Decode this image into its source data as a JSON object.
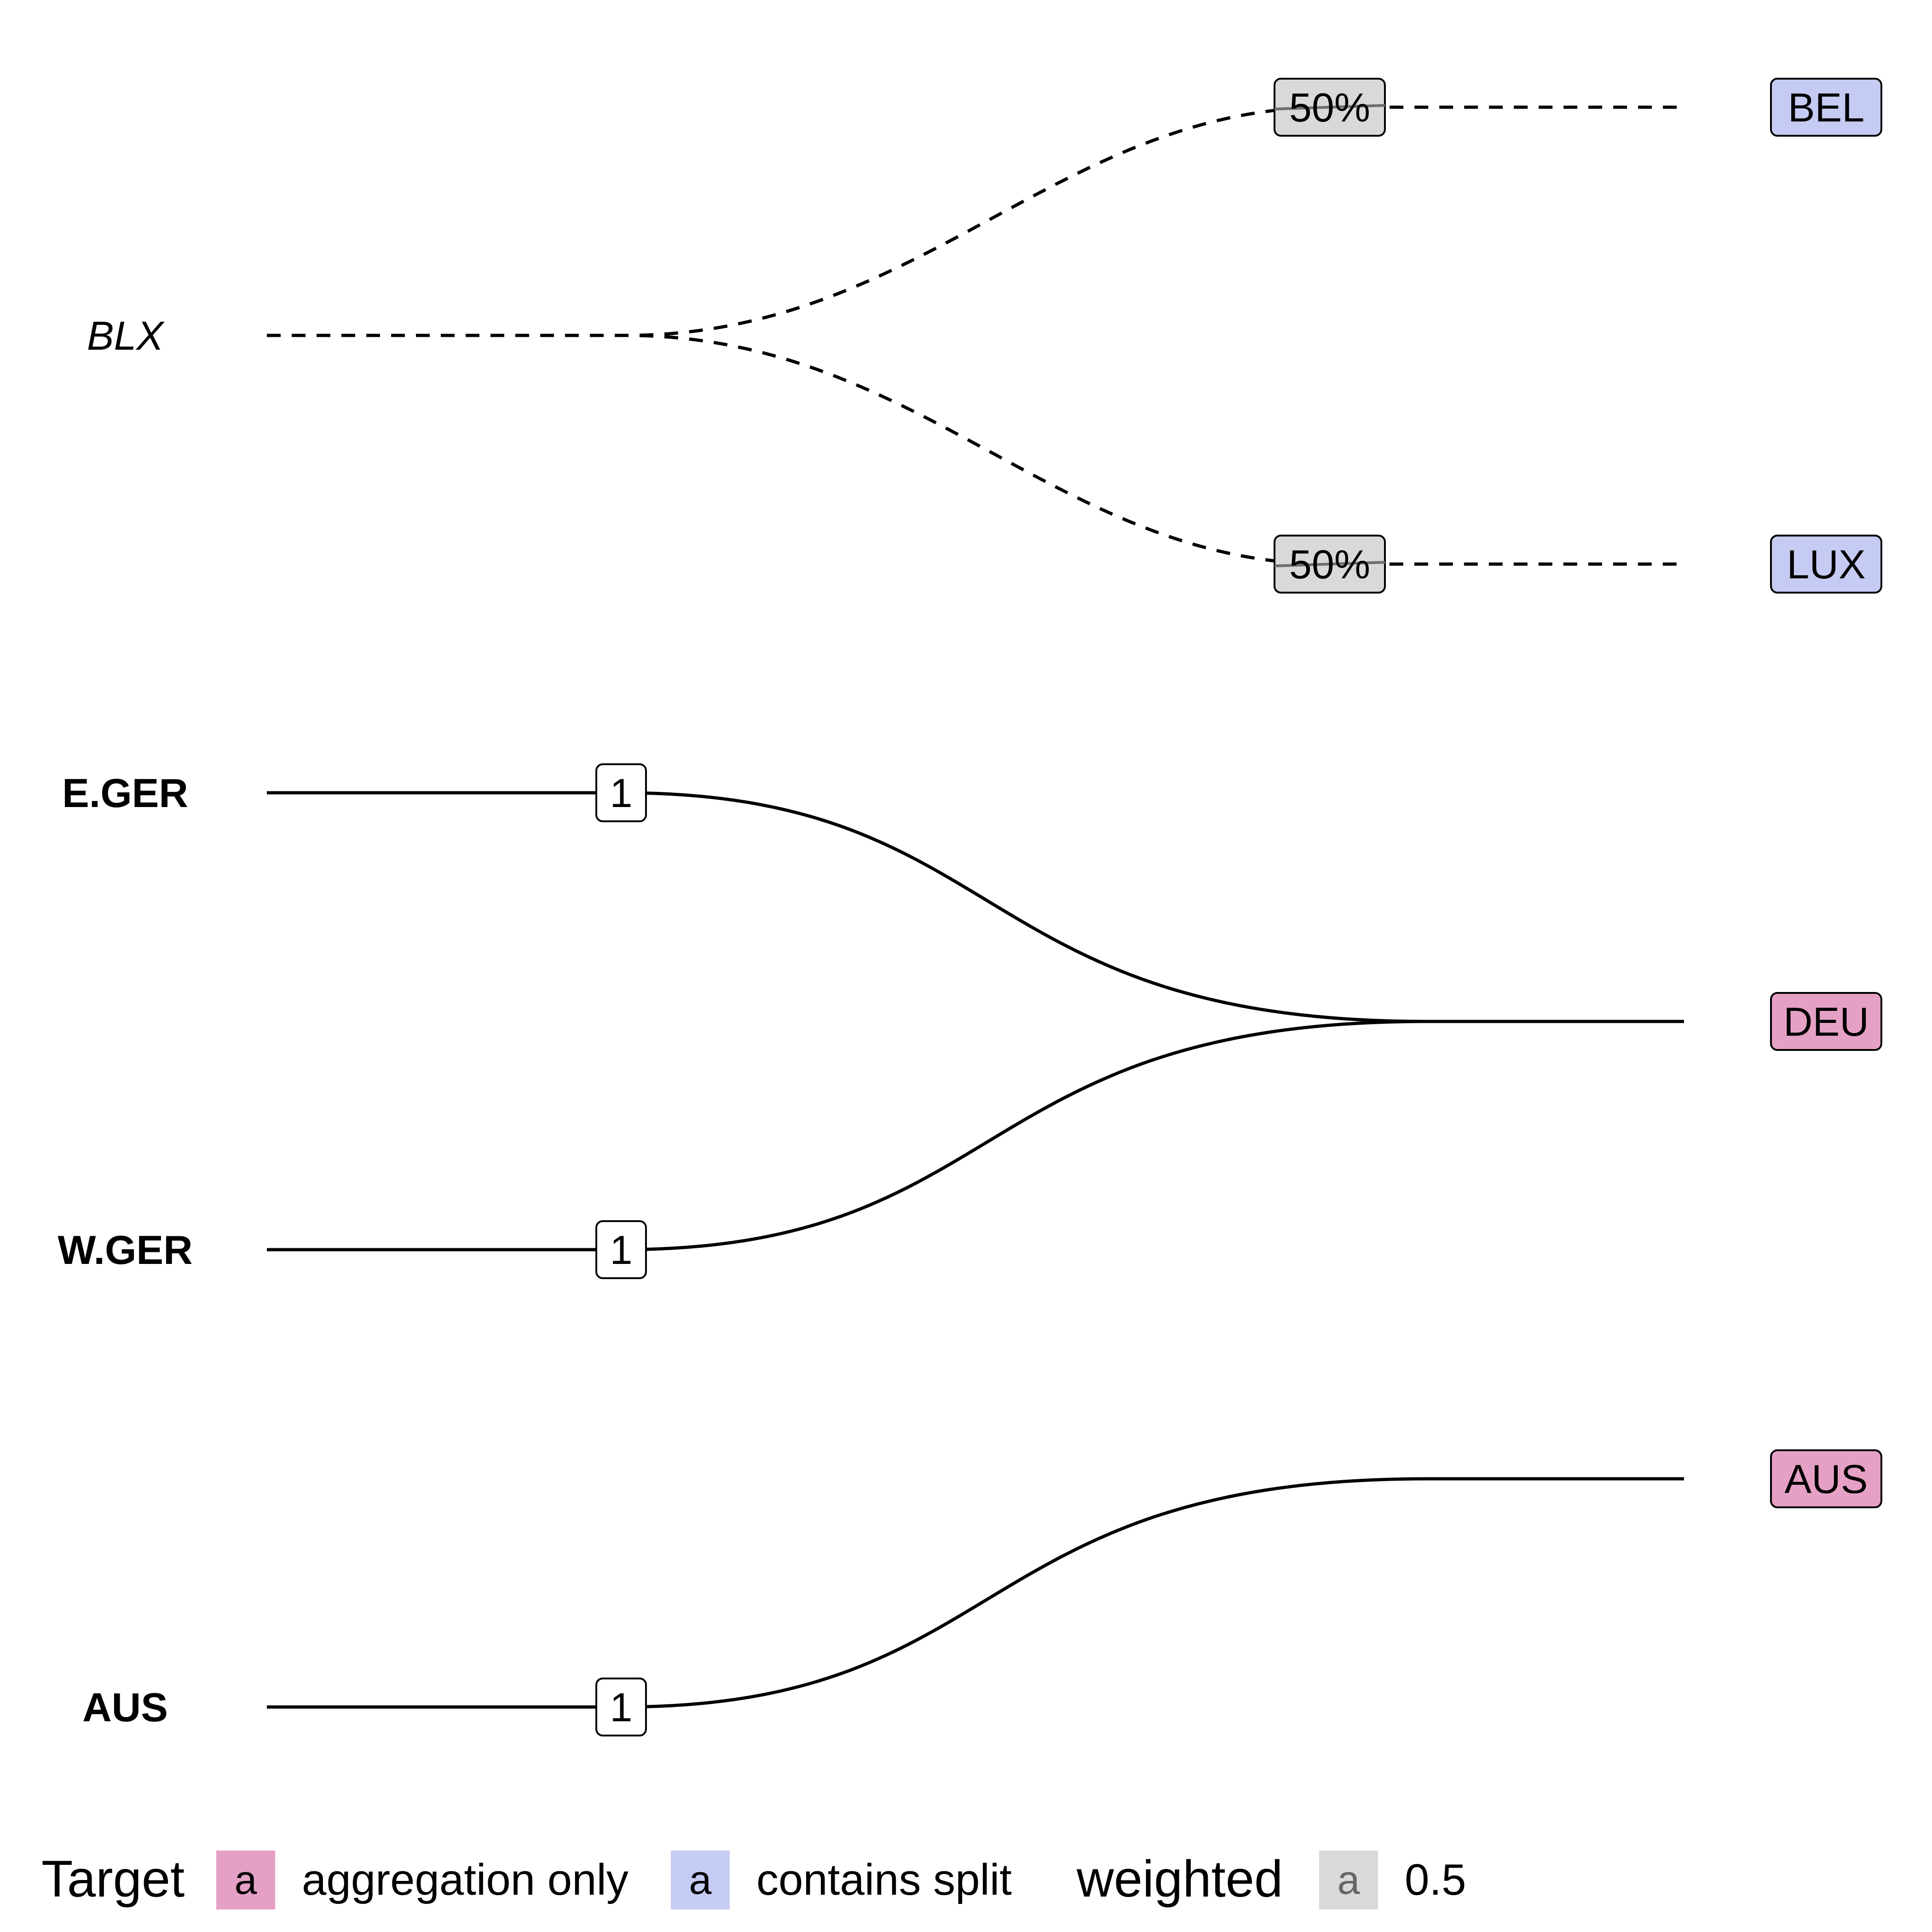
{
  "colors": {
    "aggregation_only": "#e5a1c5",
    "contains_split": "#c6cbf3",
    "weighted": "#d9d9d9",
    "unweighted": "#ffffff",
    "line": "#000000",
    "split_tick": "#6f6f6f"
  },
  "diagram": {
    "sources": [
      {
        "id": "BLX",
        "label": "BLX",
        "style": "italic"
      },
      {
        "id": "EGER",
        "label": "E.GER",
        "style": "bold"
      },
      {
        "id": "WGER",
        "label": "W.GER",
        "style": "bold"
      },
      {
        "id": "AUS_SRC",
        "label": "AUS",
        "style": "bold"
      }
    ],
    "targets": [
      {
        "id": "BEL",
        "label": "BEL",
        "type": "contains_split"
      },
      {
        "id": "LUX",
        "label": "LUX",
        "type": "contains_split"
      },
      {
        "id": "DEU",
        "label": "DEU",
        "type": "aggregation_only"
      },
      {
        "id": "AUS_TGT",
        "label": "AUS",
        "type": "aggregation_only"
      }
    ],
    "links": [
      {
        "from": "BLX",
        "to": "BEL",
        "weight_label": "50%",
        "weighted": true,
        "dashed": true
      },
      {
        "from": "BLX",
        "to": "LUX",
        "weight_label": "50%",
        "weighted": true,
        "dashed": true
      },
      {
        "from": "EGER",
        "to": "DEU",
        "weight_label": "1",
        "weighted": false,
        "dashed": false
      },
      {
        "from": "WGER",
        "to": "DEU",
        "weight_label": "1",
        "weighted": false,
        "dashed": false
      },
      {
        "from": "AUS_SRC",
        "to": "AUS_TGT",
        "weight_label": "1",
        "weighted": false,
        "dashed": false
      }
    ]
  },
  "legend": {
    "target_title": "Target",
    "target_items": [
      {
        "key": "a",
        "label": "aggregation only",
        "type": "aggregation_only"
      },
      {
        "key": "a",
        "label": "contains split",
        "type": "contains_split"
      }
    ],
    "weighted_title": "weighted",
    "weighted_items": [
      {
        "key": "a",
        "label": "0.5",
        "type": "weighted"
      }
    ]
  }
}
